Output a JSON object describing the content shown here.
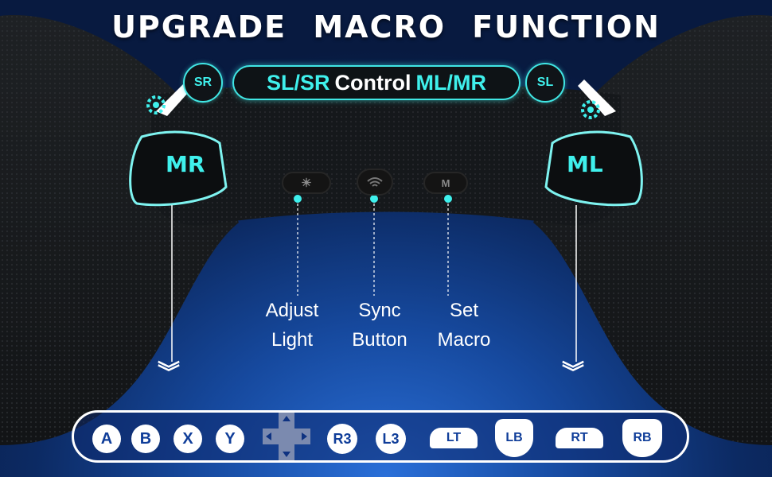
{
  "title": "UPGRADE  MACRO  FUNCTION",
  "control_pill": {
    "part1": "SL/SR",
    "part2": "Control",
    "part3": "ML/MR"
  },
  "badges": {
    "left": "SR",
    "right": "SL"
  },
  "paddles": {
    "left": "MR",
    "right": "ML"
  },
  "center_buttons": [
    {
      "icon": "sun-icon",
      "label_line1": "Adjust",
      "label_line2": "Light"
    },
    {
      "icon": "wifi-icon",
      "label_line1": "Sync",
      "label_line2": "Button"
    },
    {
      "icon": "m-icon",
      "glyph": "M",
      "label_line1": "Set",
      "label_line2": "Macro"
    }
  ],
  "mappable_buttons": [
    "A",
    "B",
    "X",
    "Y",
    "R3",
    "L3",
    "LT",
    "LB",
    "RT",
    "RB"
  ],
  "colors": {
    "accent": "#3ff0ec",
    "button_text": "#0f3d99",
    "background": "#16499e"
  }
}
